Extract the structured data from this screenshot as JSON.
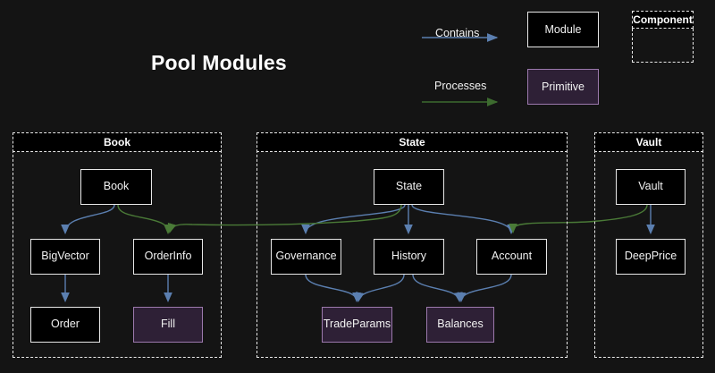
{
  "title": "Pool Modules",
  "theme": {
    "background": "#141414",
    "module_fill": "#000000",
    "module_stroke": "#e8e8e8",
    "primitive_fill": "#2e2036",
    "primitive_stroke": "#9c79ad",
    "contains_edge_color": "#5b7fb0",
    "processes_edge_color": "#3d6b2f",
    "text_color": "#f2f2f2"
  },
  "legend": {
    "contains_label": "Contains",
    "processes_label": "Processes",
    "module_label": "Module",
    "primitive_label": "Primitive",
    "component_label": "Component"
  },
  "clusters": [
    {
      "id": "book",
      "label": "Book"
    },
    {
      "id": "state",
      "label": "State"
    },
    {
      "id": "vault",
      "label": "Vault"
    }
  ],
  "nodes": [
    {
      "id": "book",
      "label": "Book",
      "type": "module",
      "cluster": "book"
    },
    {
      "id": "bigvector",
      "label": "BigVector",
      "type": "module",
      "cluster": "book"
    },
    {
      "id": "orderinfo",
      "label": "OrderInfo",
      "type": "module",
      "cluster": "book"
    },
    {
      "id": "order",
      "label": "Order",
      "type": "module",
      "cluster": "book"
    },
    {
      "id": "fill",
      "label": "Fill",
      "type": "primitive",
      "cluster": "book"
    },
    {
      "id": "state",
      "label": "State",
      "type": "module",
      "cluster": "state"
    },
    {
      "id": "governance",
      "label": "Governance",
      "type": "module",
      "cluster": "state"
    },
    {
      "id": "history",
      "label": "History",
      "type": "module",
      "cluster": "state"
    },
    {
      "id": "account",
      "label": "Account",
      "type": "module",
      "cluster": "state"
    },
    {
      "id": "tradeparams",
      "label": "TradeParams",
      "type": "primitive",
      "cluster": "state"
    },
    {
      "id": "balances",
      "label": "Balances",
      "type": "primitive",
      "cluster": "state"
    },
    {
      "id": "vault",
      "label": "Vault",
      "type": "module",
      "cluster": "vault"
    },
    {
      "id": "deepprice",
      "label": "DeepPrice",
      "type": "module",
      "cluster": "vault"
    }
  ],
  "edges": [
    {
      "from": "book",
      "to": "bigvector",
      "kind": "contains"
    },
    {
      "from": "bigvector",
      "to": "order",
      "kind": "contains"
    },
    {
      "from": "orderinfo",
      "to": "fill",
      "kind": "contains"
    },
    {
      "from": "state",
      "to": "governance",
      "kind": "contains"
    },
    {
      "from": "state",
      "to": "history",
      "kind": "contains"
    },
    {
      "from": "state",
      "to": "account",
      "kind": "contains"
    },
    {
      "from": "governance",
      "to": "tradeparams",
      "kind": "contains"
    },
    {
      "from": "history",
      "to": "tradeparams",
      "kind": "contains"
    },
    {
      "from": "history",
      "to": "balances",
      "kind": "contains"
    },
    {
      "from": "account",
      "to": "balances",
      "kind": "contains"
    },
    {
      "from": "vault",
      "to": "deepprice",
      "kind": "contains"
    },
    {
      "from": "book",
      "to": "orderinfo",
      "kind": "processes"
    },
    {
      "from": "state",
      "to": "orderinfo",
      "kind": "processes"
    },
    {
      "from": "state",
      "to": "account",
      "kind": "processes"
    },
    {
      "from": "vault",
      "to": "account",
      "kind": "processes"
    }
  ]
}
